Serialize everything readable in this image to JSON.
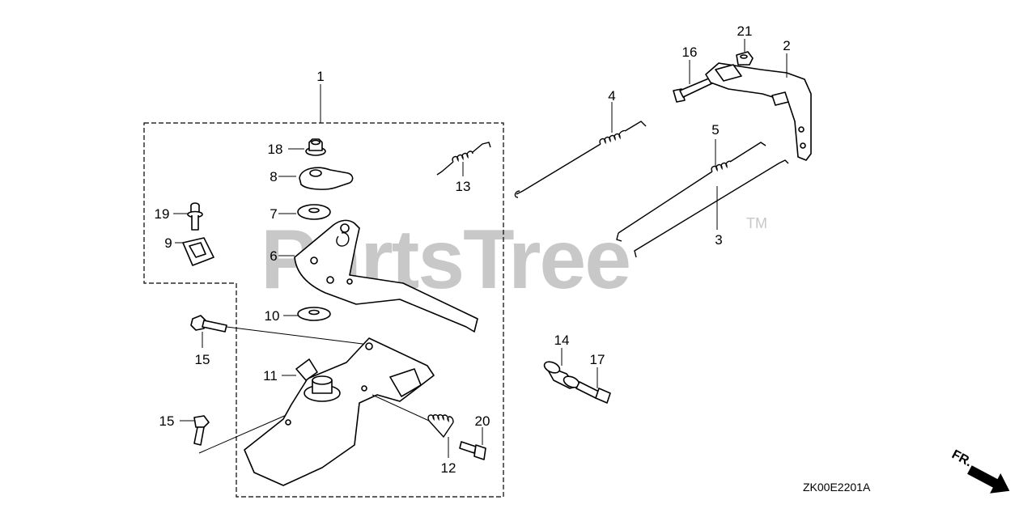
{
  "watermark": {
    "text": "PartsTree",
    "trademark": "TM"
  },
  "diagram_code": "ZK00E2201A",
  "direction_label": "FR.",
  "callouts": [
    {
      "id": "c1",
      "label": "1"
    },
    {
      "id": "c2",
      "label": "2"
    },
    {
      "id": "c3",
      "label": "3"
    },
    {
      "id": "c4",
      "label": "4"
    },
    {
      "id": "c5",
      "label": "5"
    },
    {
      "id": "c6",
      "label": "6"
    },
    {
      "id": "c7",
      "label": "7"
    },
    {
      "id": "c8",
      "label": "8"
    },
    {
      "id": "c9",
      "label": "9"
    },
    {
      "id": "c10",
      "label": "10"
    },
    {
      "id": "c11",
      "label": "11"
    },
    {
      "id": "c12",
      "label": "12"
    },
    {
      "id": "c13",
      "label": "13"
    },
    {
      "id": "c14",
      "label": "14"
    },
    {
      "id": "c15a",
      "label": "15"
    },
    {
      "id": "c15b",
      "label": "15"
    },
    {
      "id": "c16",
      "label": "16"
    },
    {
      "id": "c17",
      "label": "17"
    },
    {
      "id": "c18",
      "label": "18"
    },
    {
      "id": "c19",
      "label": "19"
    },
    {
      "id": "c20",
      "label": "20"
    },
    {
      "id": "c21",
      "label": "21"
    }
  ]
}
